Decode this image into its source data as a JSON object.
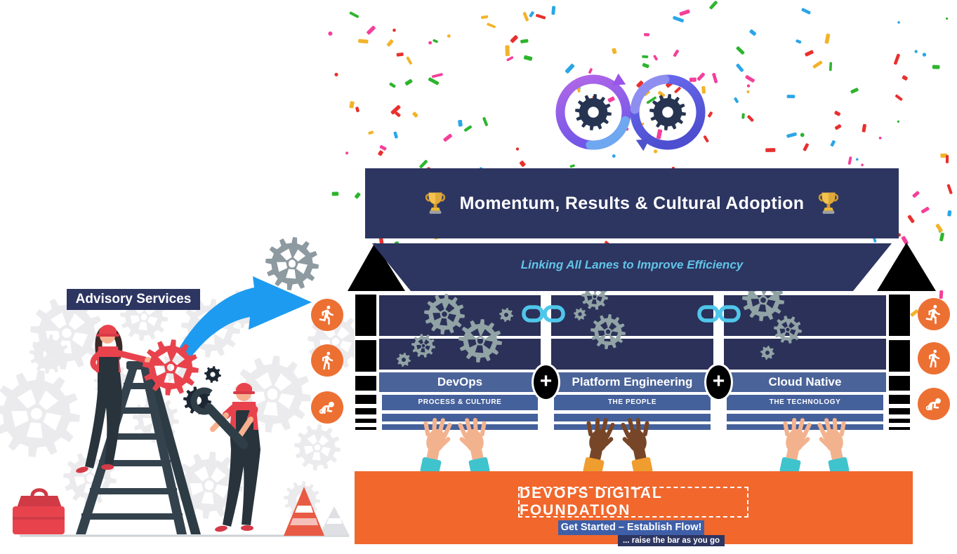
{
  "header": {
    "title": "Momentum, Results & Cultural Adoption",
    "trophy_icon": "trophy",
    "devops_loop_icon": "devops-infinity-loop"
  },
  "linking_band": {
    "text": "Linking All Lanes to Improve Efficiency"
  },
  "lanes": [
    {
      "title": "DevOps",
      "subtitle": "PROCESS & CULTURE"
    },
    {
      "title": "Platform Engineering",
      "subtitle": "THE PEOPLE"
    },
    {
      "title": "Cloud Native",
      "subtitle": "THE TECHNOLOGY"
    }
  ],
  "plus_symbol": "+",
  "maturity_levels": [
    {
      "icon": "running-person"
    },
    {
      "icon": "walking-person"
    },
    {
      "icon": "crawling-baby"
    }
  ],
  "advisory": {
    "label": "Advisory Services"
  },
  "foundation": {
    "title": "DEVOPS DIGITAL FOUNDATION",
    "subtitle": "Get Started – Establish Flow!",
    "tagline": "... raise the bar as you go"
  },
  "colors": {
    "navy": "#2d3561",
    "panel_navy": "#2b3158",
    "lane_blue": "#4a6399",
    "lane_blue_dark": "#45619b",
    "foundation_orange": "#f1672c",
    "icon_orange": "#ed7033",
    "chain_cyan": "#50c6ea",
    "linking_text_blue": "#62c4e8",
    "advisory_arrow_blue": "#1d9bf0",
    "gear_sage": "#91a3a5",
    "gear_light": "#ebebee",
    "accent_red": "#e8434d",
    "trophy_gold": "#f2c14e"
  },
  "confetti_palette": [
    "#e8302e",
    "#2db52d",
    "#f43f9a",
    "#f2b32b",
    "#2aa6e8"
  ]
}
